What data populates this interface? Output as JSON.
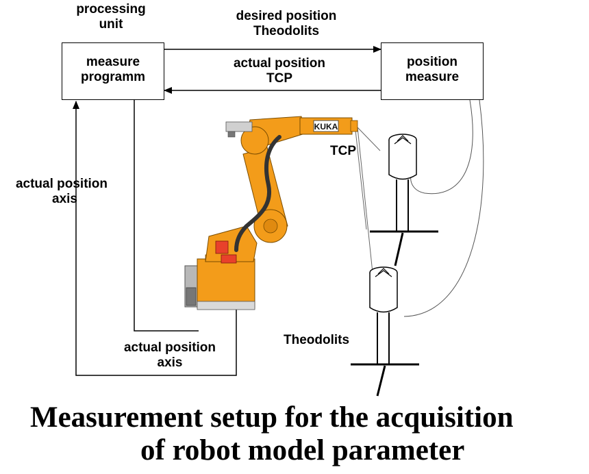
{
  "labels": {
    "processing_unit": [
      "processing",
      "unit"
    ],
    "desired_position": [
      "desired position",
      "Theodolits"
    ],
    "actual_position_tcp": [
      "actual position",
      "TCP"
    ],
    "actual_position_axis_left": [
      "actual position",
      "axis"
    ],
    "actual_position_axis_bottom": [
      "actual position",
      "axis"
    ],
    "tcp": "TCP",
    "theodolits": "Theodolits",
    "robot_badge": "KUKA"
  },
  "boxes": {
    "measure_programm": [
      "measure",
      "programm"
    ],
    "position_measure": [
      "position",
      "measure"
    ]
  },
  "caption": [
    "Measurement setup for the acquisition",
    "of robot model parameter"
  ],
  "colors": {
    "robot_orange": "#F39C1A",
    "robot_dark": "#333333",
    "robot_red": "#E8412B",
    "base_gray": "#B8B8B8"
  }
}
